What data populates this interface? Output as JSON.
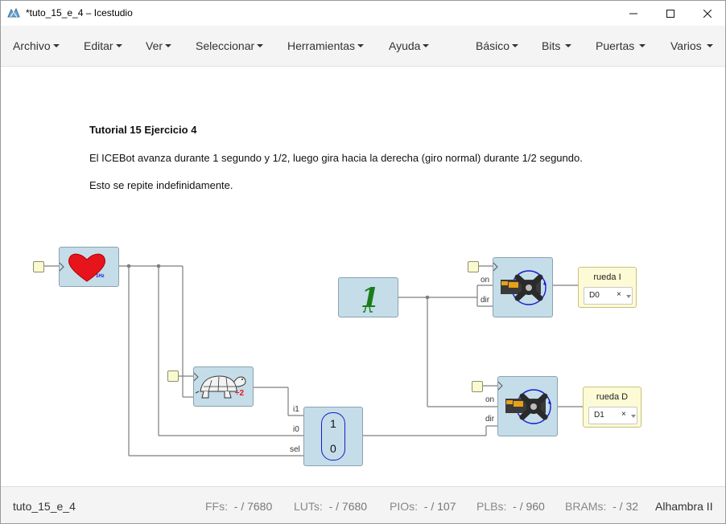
{
  "window": {
    "title": "*tuto_15_e_4 – Icestudio",
    "controls": [
      "minimize-icon",
      "maximize-icon",
      "close-icon"
    ]
  },
  "menu": {
    "left": [
      "Archivo",
      "Editar",
      "Ver",
      "Seleccionar",
      "Herramientas",
      "Ayuda"
    ],
    "right": [
      "Básico",
      "Bits",
      "Puertas",
      "Varios"
    ]
  },
  "canvas": {
    "notes": [
      "Tutorial 15 Ejercicio 4",
      "El ICEBot avanza durante 1 segundo y 1/2, luego gira hacia la derecha (giro normal) durante 1/2 segundo.",
      "Esto se repite indefinidamente."
    ],
    "heart_block": {
      "label": "1Hz"
    },
    "turtle_block": {
      "label": "÷2"
    },
    "constant_block": {
      "value": "1"
    },
    "mux_block": {
      "top_value": "1",
      "bottom_value": "0",
      "ports": [
        "i1",
        "i0",
        "sel"
      ]
    },
    "servo_left": {
      "ports": [
        "on",
        "dir"
      ]
    },
    "servo_right": {
      "ports": [
        "on",
        "dir"
      ]
    },
    "outputs": [
      {
        "name": "rueda I",
        "pin": "D0",
        "clear": "×"
      },
      {
        "name": "rueda D",
        "pin": "D1",
        "clear": "×"
      }
    ],
    "colors": {
      "block": "#c4dde9",
      "output": "#fdfbd6",
      "input": "#fafad0",
      "heart": "#e8141c",
      "constant": "#1a7d1a",
      "mux_outline": "#1a1acc"
    }
  },
  "status": {
    "file": "tuto_15_e_4",
    "ffs": {
      "label": "FFs:",
      "value": "- / 7680"
    },
    "luts": {
      "label": "LUTs:",
      "value": "- / 7680"
    },
    "pios": {
      "label": "PIOs:",
      "value": "- / 107"
    },
    "plbs": {
      "label": "PLBs:",
      "value": "- / 960"
    },
    "brams": {
      "label": "BRAMs:",
      "value": "- / 32"
    },
    "board": "Alhambra II"
  }
}
